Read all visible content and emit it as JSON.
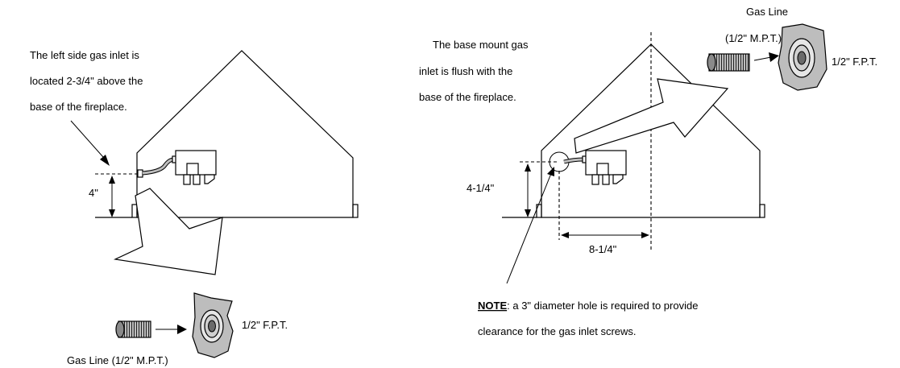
{
  "left": {
    "note_lines": [
      "The left side gas inlet is",
      "located 2-3/4\" above the",
      "base of the fireplace."
    ],
    "height_dim": "4\"",
    "fitting_label": "1/2\" F.P.T.",
    "gas_line_label": "Gas Line (1/2\" M.P.T.)"
  },
  "right": {
    "note_lines": [
      "The base mount gas",
      "inlet is flush with the",
      "base of the fireplace."
    ],
    "gas_line_title": "Gas Line",
    "gas_line_spec": "(1/2\" M.P.T.)",
    "fitting_label": "1/2\" F.P.T.",
    "height_dim": "4-1/4\"",
    "width_dim": "8-1/4\"",
    "note_bold": "NOTE",
    "note_rest": ": a 3\" diameter hole is required to provide",
    "note_line2": "clearance for the gas inlet screws."
  }
}
